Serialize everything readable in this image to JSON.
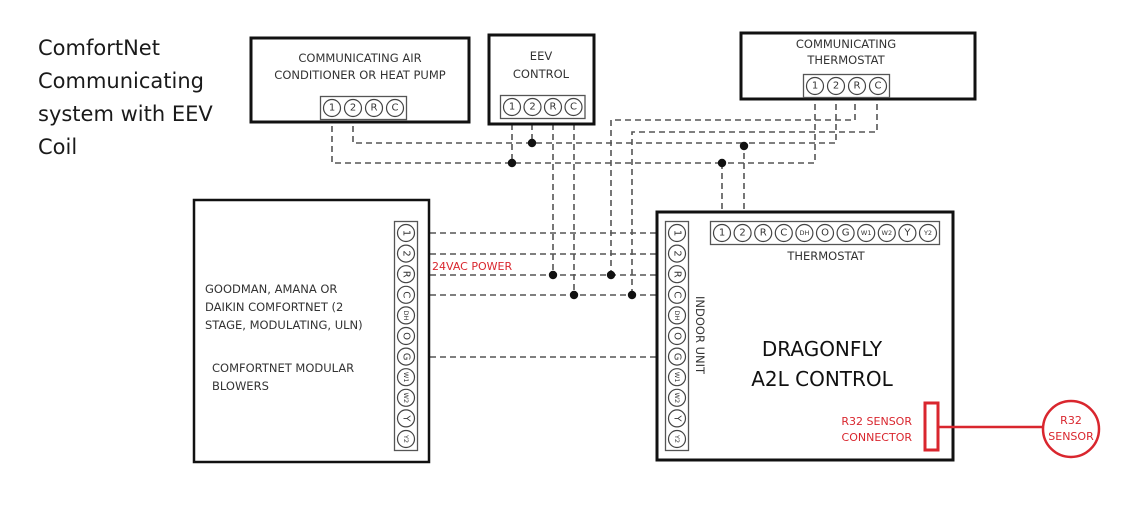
{
  "title": {
    "lines": [
      "ComfortNet",
      "Communicating",
      "system with EEV",
      "Coil"
    ]
  },
  "outdoor_unit": {
    "label_lines": [
      "COMMUNICATING AIR",
      "CONDITIONER OR HEAT PUMP"
    ],
    "terminals": [
      "1",
      "2",
      "R",
      "C"
    ]
  },
  "eev_control": {
    "label_lines": [
      "EEV",
      "CONTROL"
    ],
    "terminals": [
      "1",
      "2",
      "R",
      "C"
    ]
  },
  "thermostat": {
    "label_lines": [
      "COMMUNICATING",
      "THERMOSTAT"
    ],
    "terminals": [
      "1",
      "2",
      "R",
      "C"
    ]
  },
  "furnace": {
    "label_lines": [
      "GOODMAN, AMANA OR",
      "DAIKIN COMFORTNET (2",
      "STAGE, MODULATING, ULN)"
    ],
    "sub_label_lines": [
      "COMFORTNET MODULAR",
      "BLOWERS"
    ],
    "terminals": [
      "1",
      "2",
      "R",
      "C",
      "DH",
      "O",
      "G",
      "W1",
      "W2",
      "Y",
      "Y2"
    ]
  },
  "dragonfly": {
    "title_lines": [
      "DRAGONFLY",
      "A2L CONTROL"
    ],
    "indoor_label": "INDOOR UNIT",
    "indoor_terminals": [
      "1",
      "2",
      "R",
      "C",
      "DH",
      "O",
      "G",
      "W1",
      "W2",
      "Y",
      "Y2"
    ],
    "thermostat_label": "THERMOSTAT",
    "thermostat_terminals": [
      "1",
      "2",
      "R",
      "C",
      "DH",
      "O",
      "G",
      "W1",
      "W2",
      "Y",
      "Y2"
    ],
    "connector_label_lines": [
      "R32 SENSOR",
      "CONNECTOR"
    ]
  },
  "power_label": "24VAC POWER",
  "sensor": {
    "label_lines": [
      "R32",
      "SENSOR"
    ]
  },
  "colors": {
    "accent_red": "#d9262e",
    "box_stroke": "#111111",
    "wire": "#555555"
  }
}
